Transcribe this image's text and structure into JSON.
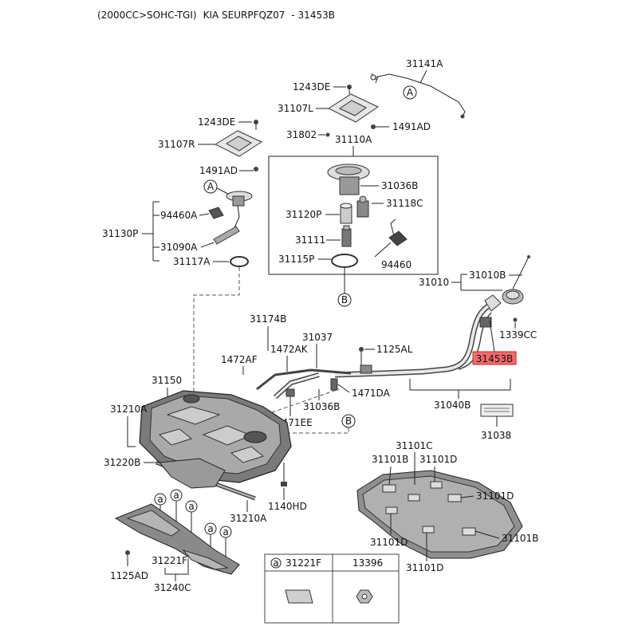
{
  "header": {
    "engine": "(2000CC>SOHC-TGI)",
    "model_code": "KIA SEURPFQZ07",
    "part_no": "- 31453B"
  },
  "highlight_color": "#f06a6a",
  "labels": {
    "l31141A": "31141A",
    "l1243DE_a": "1243DE",
    "l31107L": "31107L",
    "l1491AD_a": "1491AD",
    "l1243DE_b": "1243DE",
    "l31802": "31802",
    "l31110A": "31110A",
    "l31107R": "31107R",
    "l1491AD_b": "1491AD",
    "l31036B_a": "31036B",
    "l31118C": "31118C",
    "l31120P": "31120P",
    "l94460A": "94460A",
    "l31130P": "31130P",
    "l31090A": "31090A",
    "l31117A": "31117A",
    "l31111": "31111",
    "l31115P": "31115P",
    "l94460": "94460",
    "l31010B": "31010B",
    "l31010": "31010",
    "l1339CC": "1339CC",
    "l31174B": "31174B",
    "l31037": "31037",
    "l1472AF": "1472AF",
    "l1472AK": "1472AK",
    "l1125AL": "1125AL",
    "l31453B": "31453B",
    "l31150": "31150",
    "l1471DA": "1471DA",
    "l31036B_b": "31036B",
    "l31040B": "31040B",
    "l31210A_a": "31210A",
    "l1471EE": "1471EE",
    "l31038": "31038",
    "l31101C": "31101C",
    "l31101B_a": "31101B",
    "l31101D_a": "31101D",
    "l31220B": "31220B",
    "l31101D_b": "31101D",
    "l1140HD": "1140HD",
    "l31210A_b": "31210A",
    "l31101B_b": "31101B",
    "l31101D_c": "31101D",
    "l31101D_d": "31101D",
    "l1125AD": "1125AD",
    "l31221F": "31221F",
    "l31240C": "31240C"
  },
  "callouts": {
    "a": "A",
    "b": "B",
    "small_a": "a"
  },
  "legend": {
    "marker": "a",
    "col1": "31221F",
    "col2": "13396"
  }
}
